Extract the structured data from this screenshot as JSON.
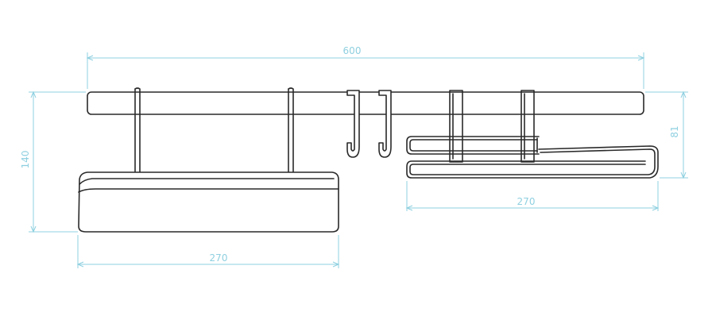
{
  "dimensions": {
    "rail_width": "600",
    "overall_height": "140",
    "shelf_width": "270",
    "towel_holder_width": "270",
    "towel_holder_height": "81"
  },
  "colors": {
    "dimension": "#8fd0e0",
    "outline": "#2a2a2a",
    "background": "#ffffff"
  }
}
